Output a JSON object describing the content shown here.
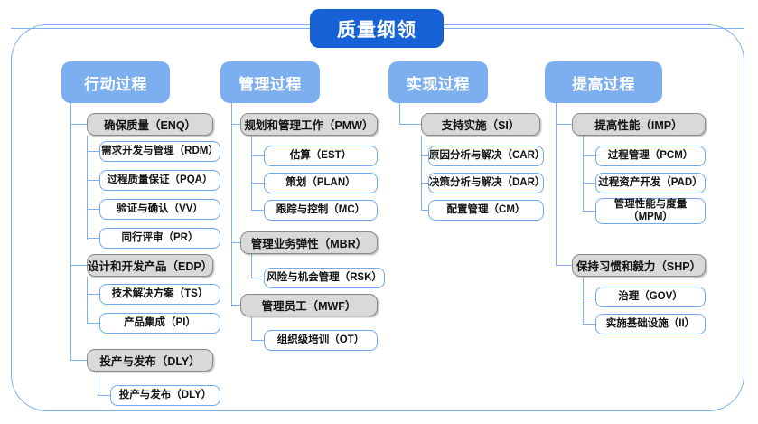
{
  "diagram": {
    "title": "质量纲领",
    "type": "tree",
    "frame": {
      "style": "rounded-rectangle",
      "border_color": "#7fb0f2"
    },
    "colors": {
      "title_fill": "#1661d6",
      "title_text": "#ffffff",
      "header_fill": "#7cafef",
      "header_text": "#ffffff",
      "group_fill": "#d9d9d9",
      "group_border": "#8a8a8a",
      "leaf_fill": "#ffffff",
      "leaf_border": "#6fa8f5",
      "connector": "#7fb0f2",
      "text": "#121212"
    },
    "columns": [
      {
        "header": "行动过程",
        "groups": [
          {
            "label": "确保质量（ENQ）",
            "code": "ENQ",
            "children": [
              {
                "label": "需求开发与管理（RDM）",
                "code": "RDM"
              },
              {
                "label": "过程质量保证（PQA）",
                "code": "PQA"
              },
              {
                "label": "验证与确认（VV）",
                "code": "VV"
              },
              {
                "label": "同行评审（PR）",
                "code": "PR"
              }
            ]
          },
          {
            "label": "设计和开发产品（EDP）",
            "code": "EDP",
            "children": [
              {
                "label": "技术解决方案（TS）",
                "code": "TS"
              },
              {
                "label": "产品集成（PI）",
                "code": "PI"
              }
            ]
          },
          {
            "label": "投产与发布（DLY）",
            "code": "DLY",
            "children": [
              {
                "label": "投产与发布（DLY）",
                "code": "DLY"
              }
            ]
          }
        ]
      },
      {
        "header": "管理过程",
        "groups": [
          {
            "label": "规划和管理工作（PMW）",
            "code": "PMW",
            "children": [
              {
                "label": "估算（EST）",
                "code": "EST"
              },
              {
                "label": "策划（PLAN）",
                "code": "PLAN"
              },
              {
                "label": "跟踪与控制（MC）",
                "code": "MC"
              }
            ]
          },
          {
            "label": "管理业务弹性（MBR）",
            "code": "MBR",
            "children": [
              {
                "label": "风险与机会管理（RSK）",
                "code": "RSK"
              }
            ]
          },
          {
            "label": "管理员工（MWF）",
            "code": "MWF",
            "children": [
              {
                "label": "组织级培训（OT）",
                "code": "OT"
              }
            ]
          }
        ]
      },
      {
        "header": "实现过程",
        "groups": [
          {
            "label": "支持实施（SI）",
            "code": "SI",
            "children": [
              {
                "label": "原因分析与解决（CAR）",
                "code": "CAR"
              },
              {
                "label": "决策分析与解决（DAR）",
                "code": "DAR"
              },
              {
                "label": "配置管理（CM）",
                "code": "CM"
              }
            ]
          }
        ]
      },
      {
        "header": "提高过程",
        "groups": [
          {
            "label": "提高性能（IMP）",
            "code": "IMP",
            "children": [
              {
                "label": "过程管理（PCM）",
                "code": "PCM"
              },
              {
                "label": "过程资产开发（PAD）",
                "code": "PAD"
              },
              {
                "label": "管理性能与度量\n（MPM）",
                "code": "MPM"
              }
            ]
          },
          {
            "label": "保持习惯和毅力（SHP）",
            "code": "SHP",
            "children": [
              {
                "label": "治理（GOV）",
                "code": "GOV"
              },
              {
                "label": "实施基础设施（II）",
                "code": "II"
              }
            ]
          }
        ]
      }
    ]
  }
}
